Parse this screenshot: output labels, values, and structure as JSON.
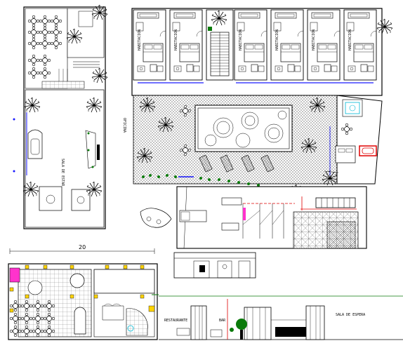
{
  "labels": {
    "dimension": "20",
    "elevation_left": "RESTAURANTE",
    "elevation_right": "SALA DE ESPERA",
    "elevation_mid": "BAR",
    "lobby": "SALA DE ESTAR",
    "office": "OFICINA"
  },
  "colors": {
    "line": "#000000",
    "blue": "#1a1aff",
    "red": "#e00000",
    "magenta": "#ff33cc",
    "yellow": "#ffd400",
    "green": "#0a7a0a",
    "cyan": "#00b8d4"
  },
  "icons": [
    "palm-tree-icon",
    "table-set-icon",
    "bed-icon",
    "sofa-icon",
    "stair-icon",
    "door-icon",
    "toilet-icon"
  ]
}
